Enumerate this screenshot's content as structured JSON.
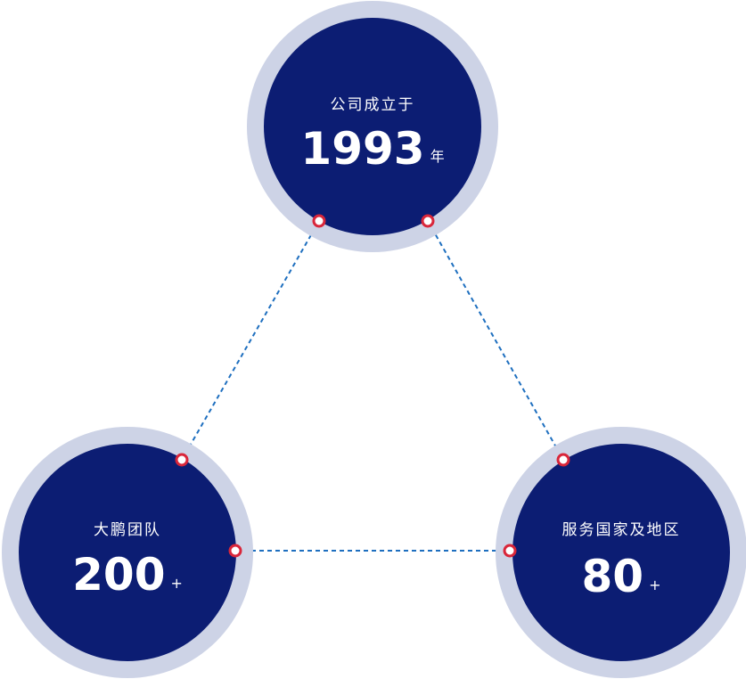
{
  "colors": {
    "circle_fill": "#0c1d73",
    "circle_ring": "#cdd3e6",
    "connector_line": "#1e6fbf",
    "node_dot": "#d9263a"
  },
  "stats": {
    "founded": {
      "label": "公司成立于",
      "value": "1993",
      "suffix": "年"
    },
    "team": {
      "label": "大鹏团队",
      "value": "200",
      "suffix": "+"
    },
    "countries": {
      "label": "服务国家及地区",
      "value": "80",
      "suffix": "+"
    }
  }
}
